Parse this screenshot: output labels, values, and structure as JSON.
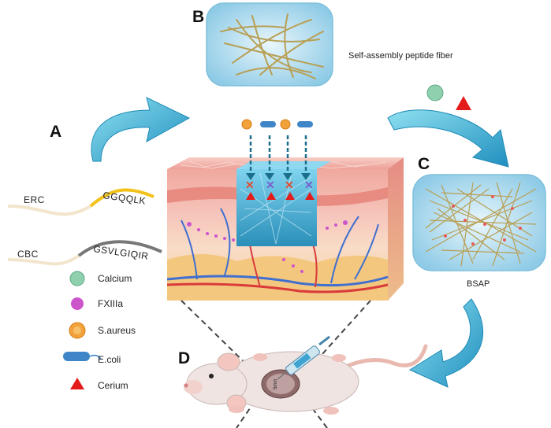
{
  "panels": {
    "a": "A",
    "b": "B",
    "c": "C",
    "d": "D"
  },
  "labels": {
    "fiber": "Self-assembly peptide fiber",
    "bsap": "BSAP",
    "erc": "ERC",
    "erc_seq": "GGQQLK",
    "cbc": "CBC",
    "cbc_seq": "GSVLGIQIR",
    "mouse_sign": "5mm"
  },
  "legend": [
    {
      "icon": "calcium-icon",
      "label": "Calcium",
      "color": "#7fc7a3"
    },
    {
      "icon": "fxiiia-icon",
      "label": "FXIIIa",
      "color": "#cc55cc"
    },
    {
      "icon": "s-aureus-icon",
      "label": "S.aureus",
      "color": "#f2a23a"
    },
    {
      "icon": "e-coli-icon",
      "label": "E.coli",
      "color": "#3f86c8"
    },
    {
      "icon": "cerium-icon",
      "label": "Cerium",
      "color": "#e31b1b"
    }
  ],
  "colors": {
    "arrow": "#2aa8cf",
    "fiber": "#bfa75a",
    "hydrogel": "#9fd8ee",
    "skin": "#f2b8b0",
    "vessel_blue": "#3f6fd0",
    "vessel_red": "#d93a3a"
  }
}
